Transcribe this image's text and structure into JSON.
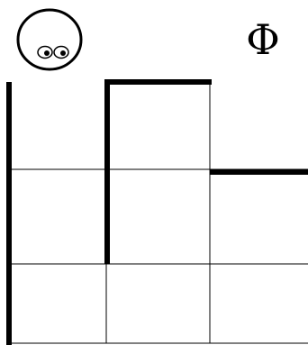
{
  "goal": {
    "symbol": "Φ"
  },
  "agent": {
    "icon": "face-with-eyes-icon"
  },
  "grid": {
    "rows": 3,
    "cols": 3,
    "thin_line_color": "#000000",
    "wall_color": "#000000"
  }
}
